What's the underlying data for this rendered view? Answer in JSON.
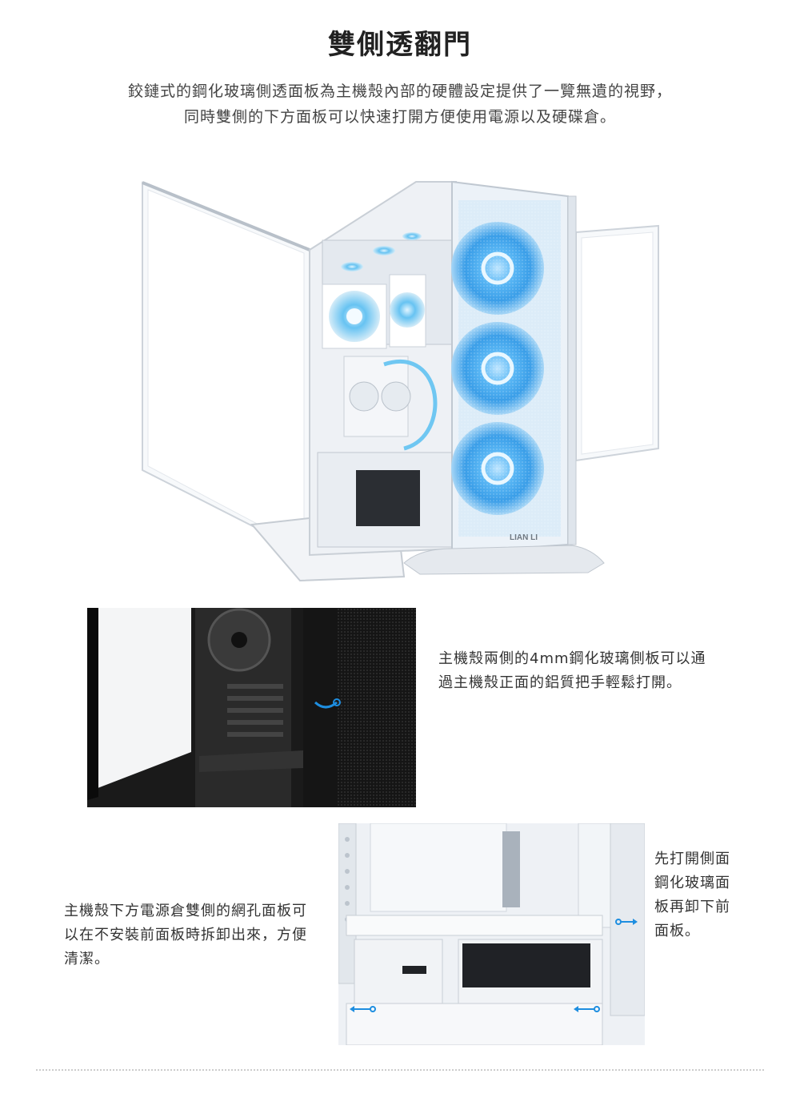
{
  "heading": "雙側透翻門",
  "intro": {
    "line1": "鉸鏈式的鋼化玻璃側透面板為主機殼內部的硬體設定提供了一覽無遺的視野，",
    "line2": "同時雙側的下方面板可以快速打開方便使用電源以及硬碟倉。"
  },
  "hero": {
    "brand_logo": "LIAN LI"
  },
  "detail1": {
    "caption_line1": "主機殼兩側的4mm鋼化玻璃側板可以通",
    "caption_line2": "過主機殼正面的鋁質把手輕鬆打開。"
  },
  "detail2": {
    "caption_left_line1": "主機殼下方電源倉雙側的網孔面板可",
    "caption_left_line2": "以在不安裝前面板時拆卸出來，方便",
    "caption_left_line3": "清潔。",
    "caption_right_line1": "先打開側面",
    "caption_right_line2": "鋼化玻璃面",
    "caption_right_line3": "板再卸下前",
    "caption_right_line4": "面板。"
  },
  "colors": {
    "fan_glow": "#3aa8f0",
    "case_white": "#eef1f5",
    "mesh_dark": "#1c1c1c",
    "arrow_blue": "#1e8ee0"
  }
}
